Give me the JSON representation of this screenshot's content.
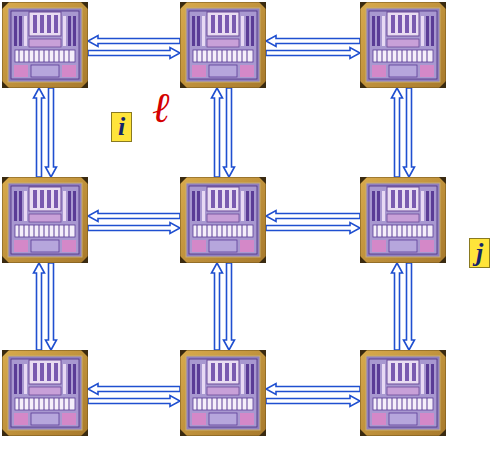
{
  "diagram": {
    "nodes": [
      {
        "text": []
      },
      {
        "text": []
      },
      {
        "text": []
      },
      {
        "text": []
      },
      {
        "text": []
      },
      {
        "text": []
      },
      {
        "text": []
      },
      {
        "text": []
      },
      {
        "text": []
      }
    ],
    "edges": [
      {
        "from": 1,
        "to": 0,
        "arrow": "to"
      },
      {
        "from": 0,
        "to": 1,
        "arrow": "to"
      },
      {
        "from": 2,
        "to": 1,
        "arrow": "to"
      },
      {
        "from": 1,
        "to": 2,
        "arrow": "to"
      },
      {
        "from": 4,
        "to": 3,
        "arrow": "to"
      },
      {
        "from": 3,
        "to": 4,
        "arrow": "to"
      },
      {
        "from": 5,
        "to": 4,
        "arrow": "to"
      },
      {
        "from": 4,
        "to": 5,
        "arrow": "to"
      },
      {
        "from": 7,
        "to": 6,
        "arrow": "to"
      },
      {
        "from": 6,
        "to": 7,
        "arrow": "to"
      },
      {
        "from": 8,
        "to": 7,
        "arrow": "to"
      },
      {
        "from": 7,
        "to": 8,
        "arrow": "to"
      },
      {
        "from": 3,
        "to": 0,
        "arrow": "to"
      },
      {
        "from": 0,
        "to": 3,
        "arrow": "to"
      },
      {
        "from": 4,
        "to": 1,
        "arrow": "to"
      },
      {
        "from": 1,
        "to": 4,
        "arrow": "to"
      },
      {
        "from": 5,
        "to": 2,
        "arrow": "to"
      },
      {
        "from": 2,
        "to": 5,
        "arrow": "to"
      },
      {
        "from": 6,
        "to": 3,
        "arrow": "to"
      },
      {
        "from": 3,
        "to": 6,
        "arrow": "to"
      },
      {
        "from": 7,
        "to": 4,
        "arrow": "to"
      },
      {
        "from": 4,
        "to": 7,
        "arrow": "to"
      },
      {
        "from": 8,
        "to": 5,
        "arrow": "to"
      },
      {
        "from": 5,
        "to": 8,
        "arrow": "to"
      }
    ],
    "labels": [
      "i",
      "ℓ",
      "j"
    ]
  }
}
